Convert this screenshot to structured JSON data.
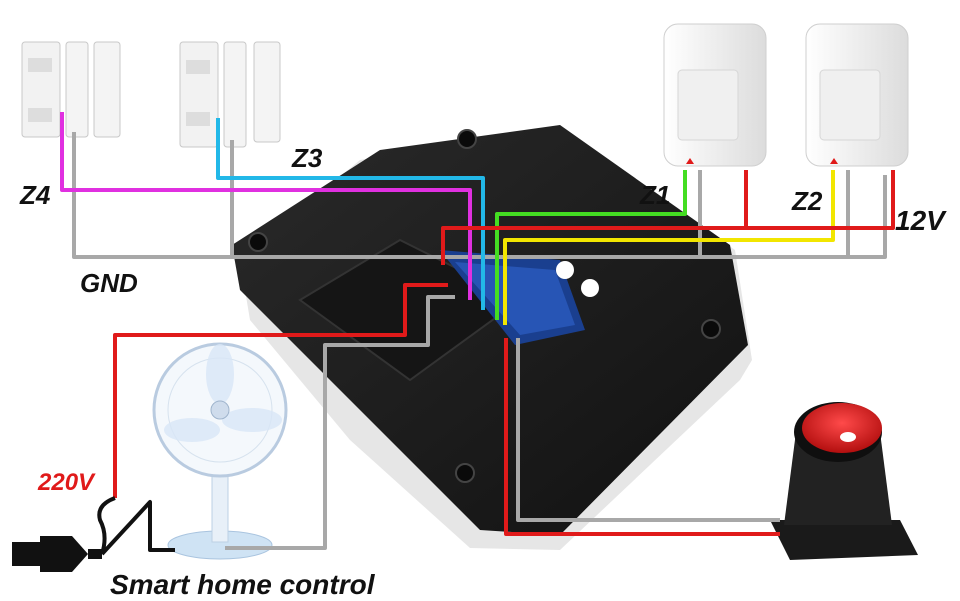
{
  "labels": {
    "z1": "Z1",
    "z2": "Z2",
    "z3": "Z3",
    "z4": "Z4",
    "v12": "12V",
    "gnd": "GND",
    "v220": "220V",
    "caption": "Smart home control"
  },
  "colors": {
    "z1_wire": "#44dd22",
    "z2_wire": "#f2e600",
    "z3_wire": "#22b8e8",
    "z4_wire": "#e030e0",
    "power_wire": "#e01a1a",
    "gnd_wire": "#a8a8a8",
    "panel_body": "#1c1c1c",
    "label_220v": "#e01a1a",
    "label_text": "#111111"
  },
  "icons": {
    "door_sensor": "door-magnetic-contact-icon",
    "pir_sensor": "pir-motion-detector-icon",
    "siren": "siren-icon",
    "fan": "electric-fan-icon",
    "plug": "power-plug-icon",
    "panel": "alarm-control-panel-icon"
  }
}
